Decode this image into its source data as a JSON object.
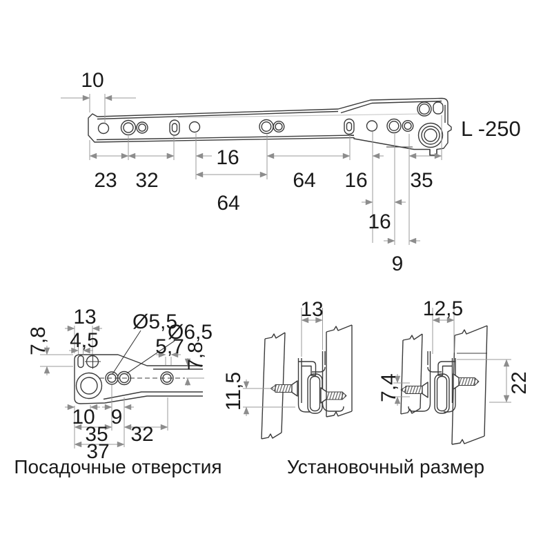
{
  "colors": {
    "background": "#ffffff",
    "drawing_line": "#3a3a3a",
    "dimension_line": "#9a9a9a",
    "arrowhead": "#8d8d8d",
    "text": "#1a1a1a"
  },
  "side_view": {
    "length_label": "L -250",
    "d10": "10",
    "d23": "23",
    "d32": "32",
    "d16_a": "16",
    "d64_a": "64",
    "d64_b": "64",
    "d16_b": "16",
    "d35": "35",
    "d16_c": "16",
    "d9": "9"
  },
  "holes_view": {
    "caption": "Посадочные отверстия",
    "d13": "13",
    "d4_5": "4,5",
    "d7_8_left": "7,8",
    "dia_small": "Ø5,5",
    "dia_large": "Ø6,5",
    "d5_7": "5,7",
    "d7_8_right": "7,8",
    "d10": "10",
    "d9": "9",
    "d35": "35",
    "d32": "32",
    "d37": "37"
  },
  "install_view": {
    "caption": "Установочный размер",
    "d13": "13",
    "d12_5": "12,5",
    "d11_5": "11,5",
    "d7_4": "7,4",
    "d22": "22"
  }
}
